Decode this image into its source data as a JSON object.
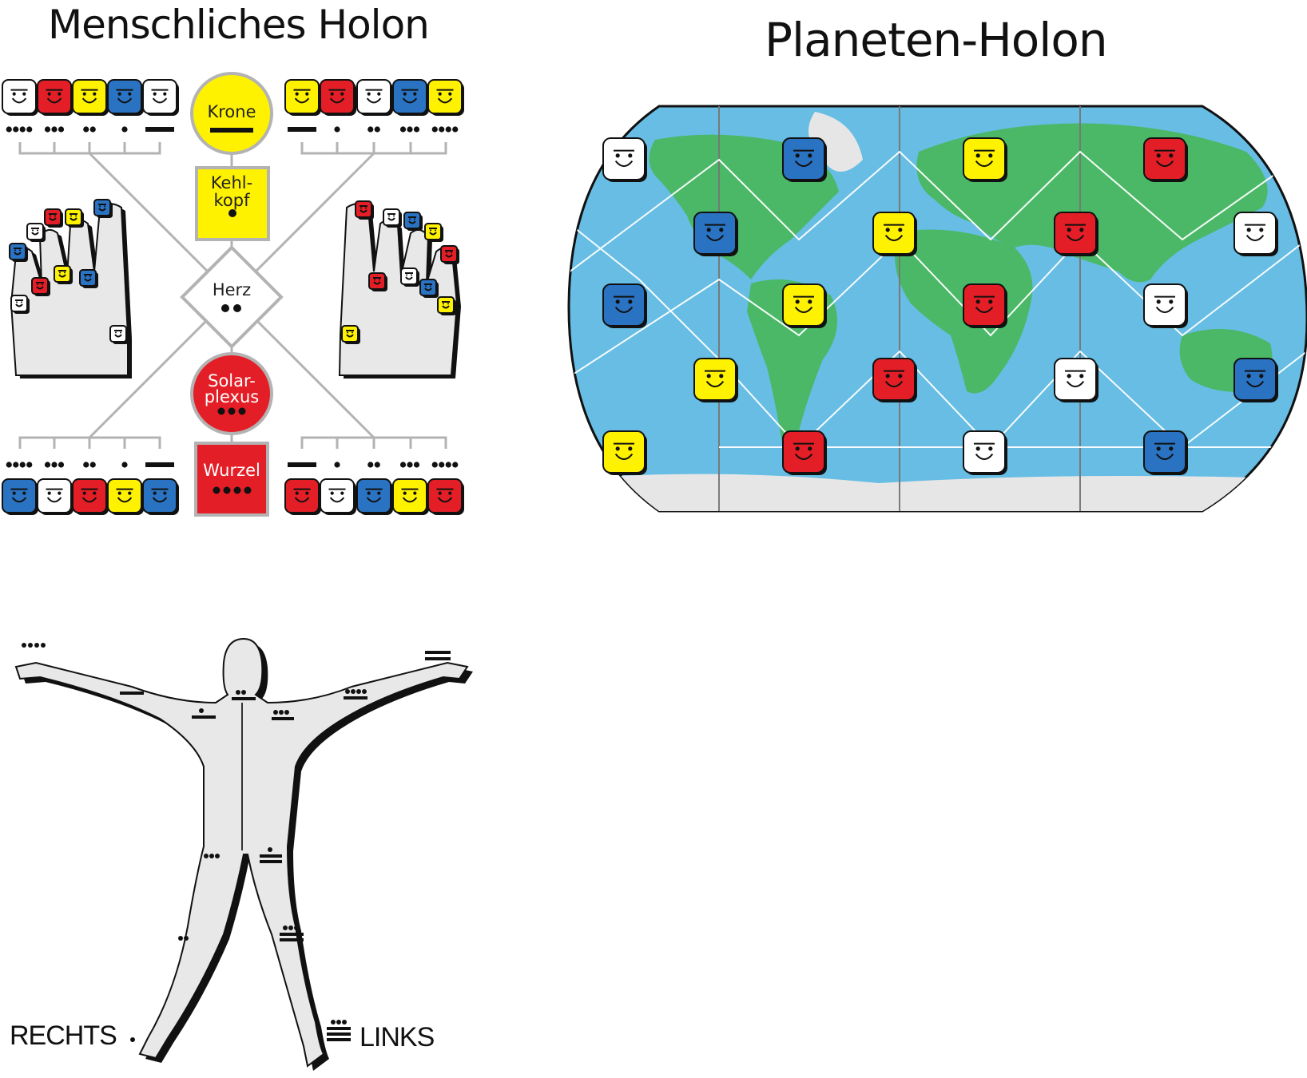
{
  "titles": {
    "human": "Menschliches Holon",
    "planet": "Planeten-Holon"
  },
  "chakras": {
    "crown": "Krone",
    "throat_1": "Kehl-",
    "throat_2": "kopf",
    "heart": "Herz",
    "solar_1": "Solar-",
    "solar_2": "plexus",
    "root": "Wurzel"
  },
  "body_labels": {
    "right": "RECHTS",
    "left": "LINKS"
  },
  "colors": {
    "red": "#e41e26",
    "white": "#ffffff",
    "blue": "#2a73c2",
    "yellow": "#fff200",
    "ocean": "#67bde4",
    "land": "#4ab866",
    "ice": "#e6e6e6",
    "connector": "#b3b3b3",
    "body_fill": "#e8e8e8"
  },
  "glyph_rows": {
    "top_left": [
      "white",
      "red",
      "yellow",
      "blue",
      "white"
    ],
    "top_right": [
      "yellow",
      "red",
      "white",
      "blue",
      "yellow"
    ],
    "bottom_left": [
      "blue",
      "white",
      "red",
      "yellow",
      "blue"
    ],
    "bottom_right": [
      "red",
      "white",
      "blue",
      "yellow",
      "red"
    ]
  },
  "planet_glyphs": [
    "white",
    "blue",
    "yellow",
    "red",
    "blue",
    "yellow",
    "red",
    "white",
    "blue",
    "yellow",
    "red",
    "white",
    "yellow",
    "red",
    "white",
    "blue",
    "yellow",
    "red",
    "white",
    "blue"
  ]
}
